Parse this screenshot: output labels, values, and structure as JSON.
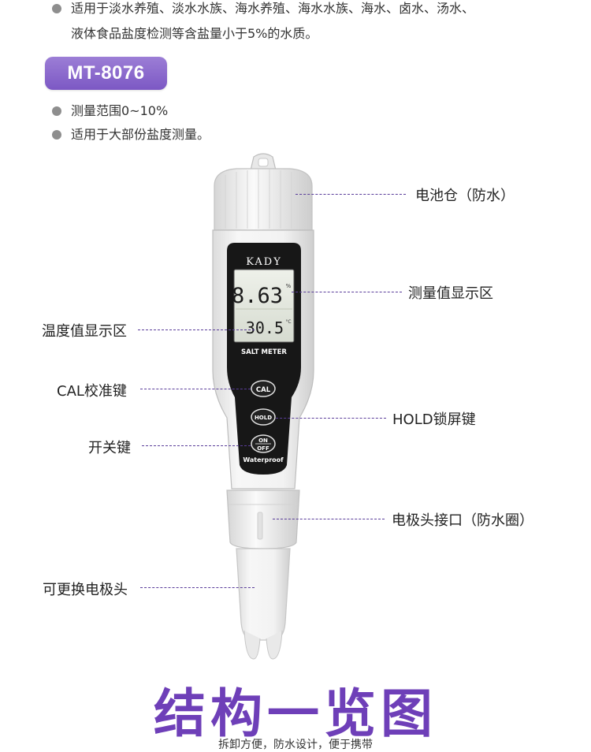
{
  "intro": {
    "line1": "适用于淡水养殖、淡水水族、海水养殖、海水水族、海水、卤水、汤水、",
    "line2": "液体食品盐度检测等含盐量小于5%的水质。"
  },
  "model": {
    "name": "MT-8076"
  },
  "features": [
    "测量范围0~10%",
    "适用于大部份盐度测量。"
  ],
  "device": {
    "brand": "KADY",
    "main_reading": "8.63",
    "temp_reading": "30.5",
    "unit_top": "%",
    "unit_bottom": "°C",
    "panel_label": "SALT METER",
    "btn_cal": "CAL",
    "btn_hold": "HOLD",
    "btn_on": "ON",
    "btn_off": "OFF",
    "waterproof": "Waterproof"
  },
  "callouts": {
    "battery": "电池仓（防水）",
    "measure_display": "测量值显示区",
    "temp_display": "温度值显示区",
    "cal_key": "CAL校准键",
    "hold_key": "HOLD锁屏键",
    "power_key": "开关键",
    "electrode_port": "电极头接口（防水圈）",
    "electrode": "可更换电极头"
  },
  "footer": {
    "title": "结构一览图",
    "subtitle": "拆卸方便，防水设计，便于携带"
  },
  "colors": {
    "accent": "#6e3fb8",
    "badge": "#8a67cc",
    "leader": "#5a3d9a"
  }
}
